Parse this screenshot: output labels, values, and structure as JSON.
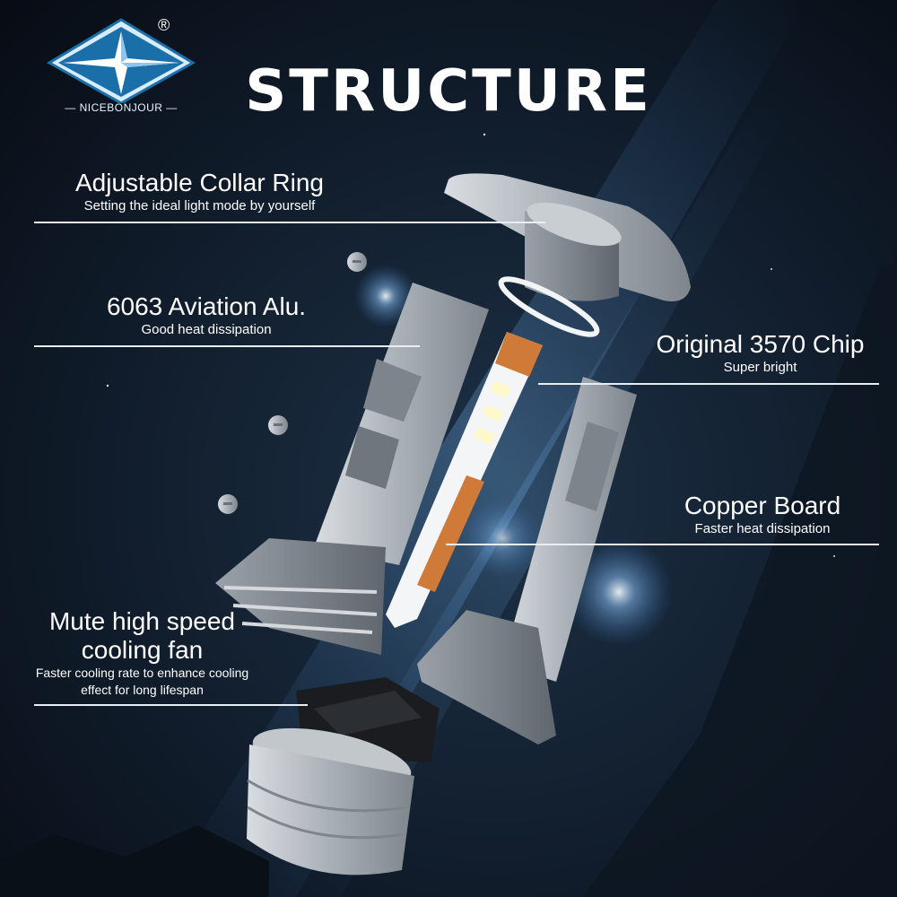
{
  "brand": {
    "name": "NICEBONJOUR",
    "registered": "®"
  },
  "title": "STRUCTURE",
  "callouts": {
    "collar": {
      "heading": "Adjustable Collar Ring",
      "sub": "Setting the ideal light mode by yourself"
    },
    "alu": {
      "heading": "6063 Aviation Alu.",
      "sub": "Good heat dissipation"
    },
    "chip": {
      "heading": "Original 3570 Chip",
      "sub": "Super bright"
    },
    "copper": {
      "heading": "Copper Board",
      "sub": "Faster heat dissipation"
    },
    "fan": {
      "heading_line1": "Mute high speed",
      "heading_line2": "cooling fan",
      "sub_line1": "Faster cooling rate to enhance cooling",
      "sub_line2": "effect for long lifespan"
    }
  },
  "colors": {
    "background": "#0c1522",
    "metal": "#b9bec4",
    "copper": "#d07a3a",
    "accent_glow": "#6fb6ff",
    "logo_blue": "#1b6fa8"
  }
}
